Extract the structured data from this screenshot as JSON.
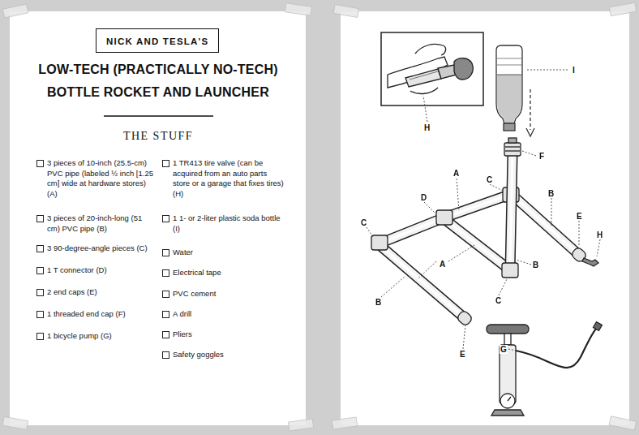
{
  "diagram": {
    "title": "LOW-TECH (PRACTICALLY NO-TECH) BOTTLE ROCKET AND LAUNCHER",
    "nodes": [
      {
        "text": [
          "NICK AND TESLA'S"
        ]
      }
    ],
    "labels": [
      "THE STUFF",
      "3 pieces of 10-inch (25.5-cm) PVC pipe (labeled ½ inch [1.25 cm] wide at hardware stores) (A)",
      "3 pieces of 20-inch-long (51 cm) PVC pipe (B)",
      "3 90-degree-angle pieces (C)",
      "1 T connector (D)",
      "2 end caps (E)",
      "1 threaded end cap (F)",
      "1 bicycle pump (G)",
      "1 TR413 tire valve (can be acquired from an auto parts store or a garage that fixes tires) (H)",
      "1 1- or 2-liter plastic soda bottle (I)",
      "Water",
      "Electrical tape",
      "PVC cement",
      "A drill",
      "Pliers",
      "Safety goggles",
      "I",
      "H",
      "F",
      "A",
      "C",
      "D",
      "B",
      "E",
      "H",
      "C",
      "A",
      "B",
      "C",
      "B",
      "E",
      "G"
    ]
  }
}
